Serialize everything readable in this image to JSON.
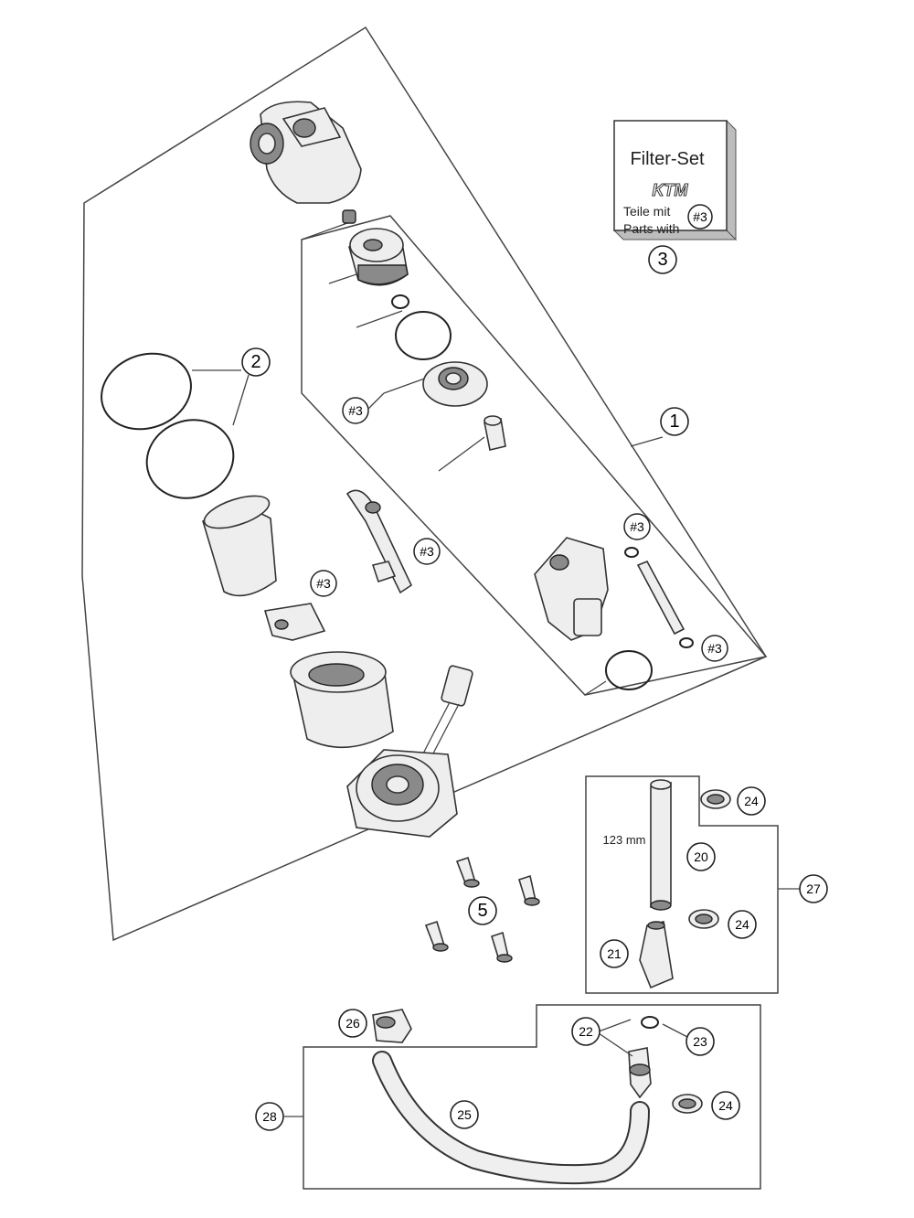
{
  "filter_set_box": {
    "title": "Filter-Set",
    "logo": "KTM",
    "line1": "Teile mit",
    "line2": "Parts with",
    "badge": "#3"
  },
  "callouts": {
    "c1": "1",
    "c2": "2",
    "c3": "3",
    "c5": "5",
    "c20": "20",
    "c21": "21",
    "c22": "22",
    "c23": "23",
    "c24a": "24",
    "c24b": "24",
    "c24c": "24",
    "c25": "25",
    "c26": "26",
    "c27": "27",
    "c28": "28",
    "h3a": "#3",
    "h3b": "#3",
    "h3c": "#3",
    "h3d": "#3",
    "h3e": "#3"
  },
  "hose_length": "123 mm"
}
